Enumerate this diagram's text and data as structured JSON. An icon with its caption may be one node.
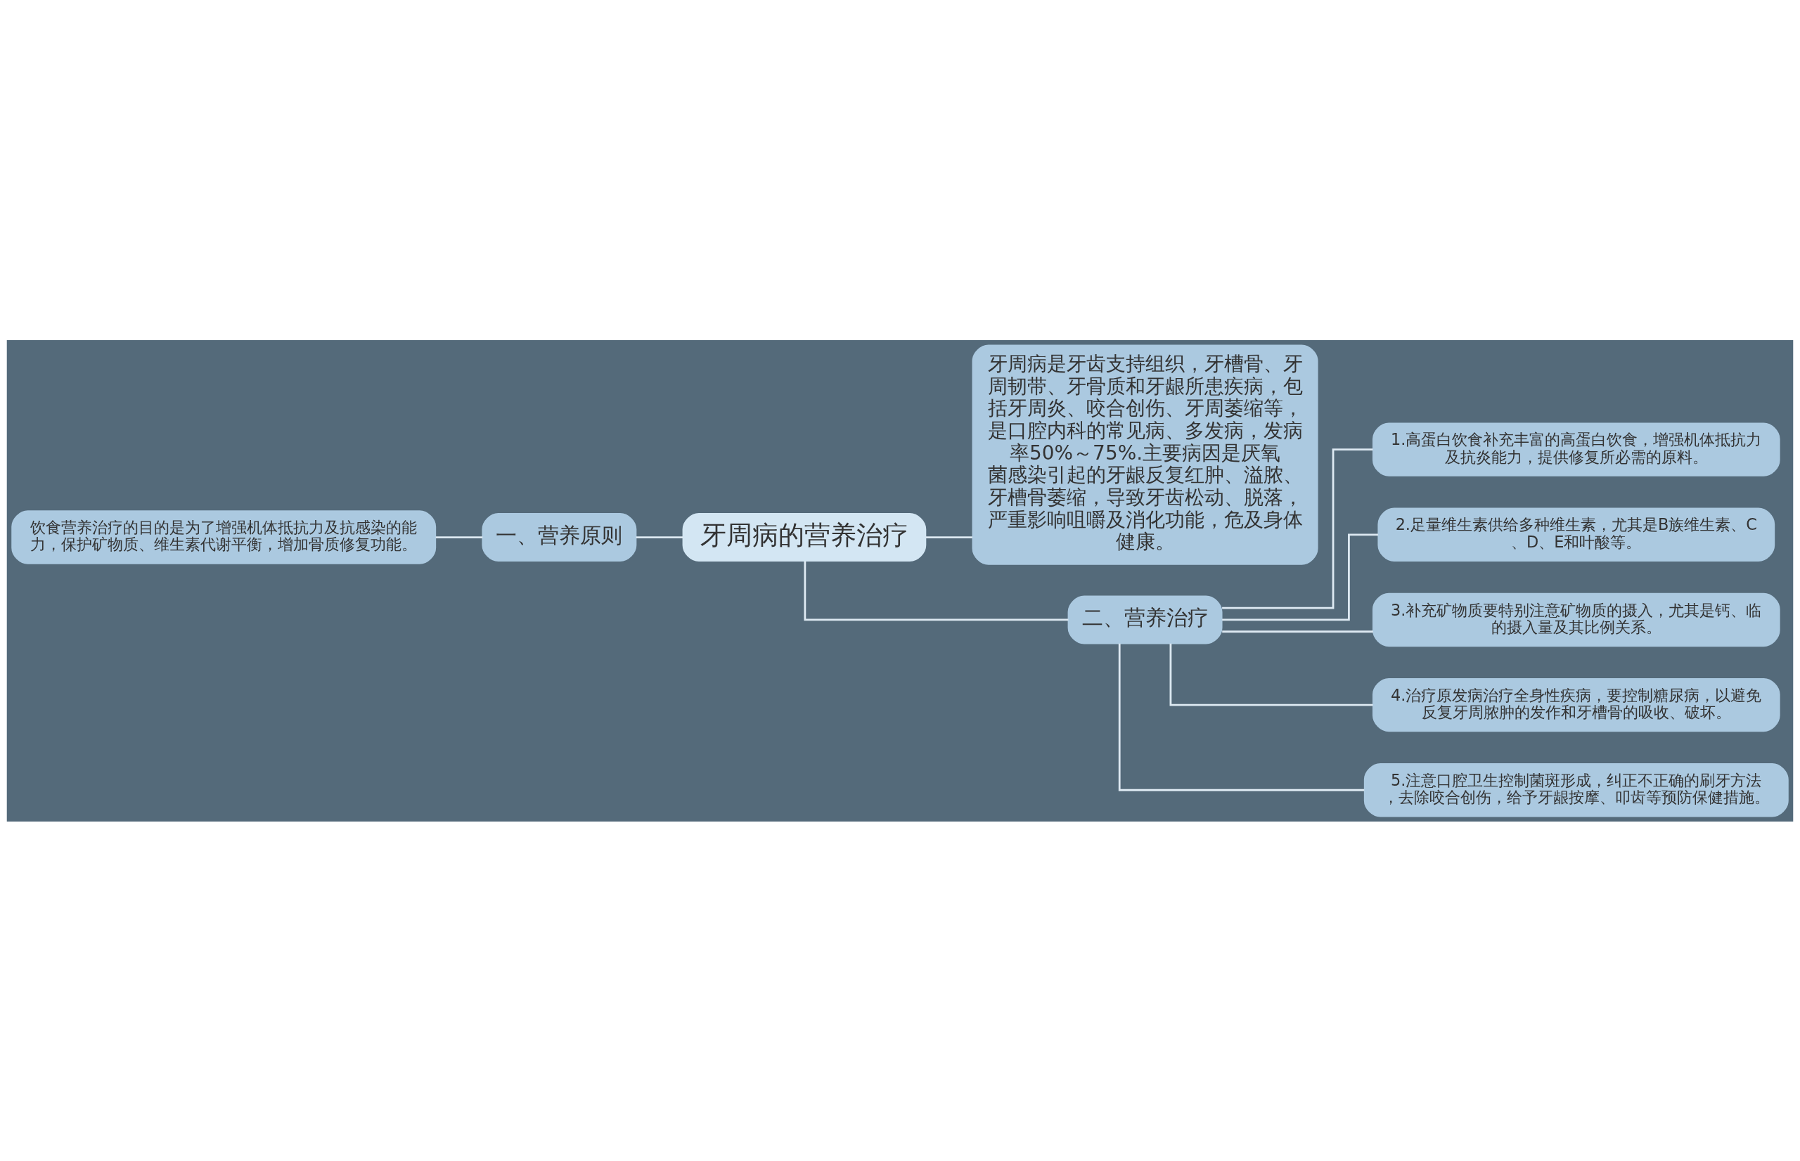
{
  "diagram": {
    "nodes": [
      {
        "text": [
          "牙周病的营养治疗"
        ]
      },
      {
        "text": [
          "一、营养原则"
        ]
      },
      {
        "text": [
          "饮食营养治疗的目的是为了增强机体抵抗力及抗感染的能力，保护矿物质、维生素代谢平衡，增加骨质修复功能。"
        ]
      },
      {
        "text": [
          "牙周病是牙齿支持组织，牙槽骨、牙周韧带、牙骨质和牙龈所患疾病，包括牙周炎、咬合创伤、牙周萎缩等，是口腔内科的常见病、多发病，发病率50%～75%.主要病因是厌氧菌感染引起的牙龈反复红肿、溢脓、牙槽骨萎缩，导致牙齿松动、脱落，严重影响咀嚼及消化功能，危及身体健康。"
        ]
      },
      {
        "text": [
          "二、营养治疗"
        ]
      },
      {
        "text": [
          "1.高蛋白饮食补充丰富的高蛋白饮食，增强机体抵抗力及抗炎能力，提供修复所必需的原料。"
        ]
      },
      {
        "text": [
          "2.足量维生素供给多种维生素，尤其是B族维生素、C、D、E和叶酸等。"
        ]
      },
      {
        "text": [
          "3.补充矿物质要特别注意矿物质的摄入，尤其是钙、临的摄入量及其比例关系。"
        ]
      },
      {
        "text": [
          "4.治疗原发病治疗全身性疾病，要控制糖尿病，以避免反复牙周脓肿的发作和牙槽骨的吸收、破坏。"
        ]
      },
      {
        "text": [
          "5.注意口腔卫生控制菌斑形成，纠正不正确的刷牙方法，去除咬合创伤，给予牙龈按摩、叩齿等预防保健措施。"
        ]
      }
    ],
    "edges": [
      {
        "from": 0,
        "to": 1,
        "arrow": "none"
      },
      {
        "from": 1,
        "to": 2,
        "arrow": "none"
      },
      {
        "from": 0,
        "to": 3,
        "arrow": "none"
      },
      {
        "from": 0,
        "to": 4,
        "arrow": "none"
      },
      {
        "from": 4,
        "to": 5,
        "arrow": "none"
      },
      {
        "from": 4,
        "to": 6,
        "arrow": "none"
      },
      {
        "from": 4,
        "to": 7,
        "arrow": "none"
      },
      {
        "from": 4,
        "to": 8,
        "arrow": "none"
      },
      {
        "from": 4,
        "to": 9,
        "arrow": "none"
      }
    ]
  }
}
